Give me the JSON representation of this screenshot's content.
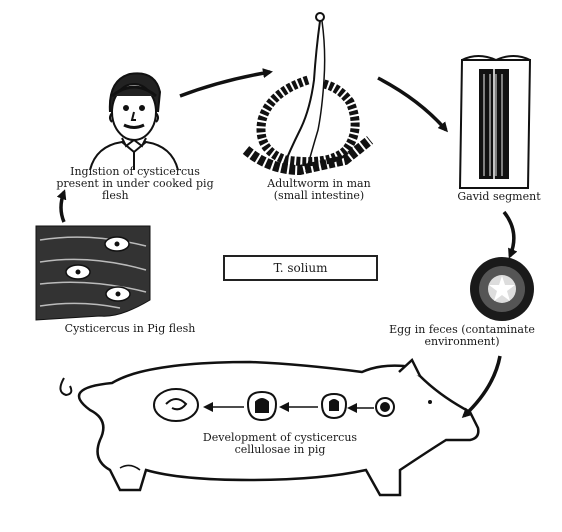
{
  "diagram": {
    "center_label": "T. solium",
    "stages": {
      "ingestion": {
        "line1": "Ingistion of cysticercus",
        "line2": "present in under cooked pig",
        "line3": "flesh"
      },
      "adult": {
        "line1": "Adultworm in man",
        "line2": "(small intestine)"
      },
      "gravid": {
        "line1": "Gavid segment"
      },
      "egg": {
        "line1": "Egg in feces (contaminate",
        "line2": "environment)"
      },
      "development": {
        "line1": "Development of cysticercus",
        "line2": "cellulosae in pig"
      },
      "cysticercus": {
        "line1": "Cysticercus in Pig flesh"
      }
    }
  }
}
